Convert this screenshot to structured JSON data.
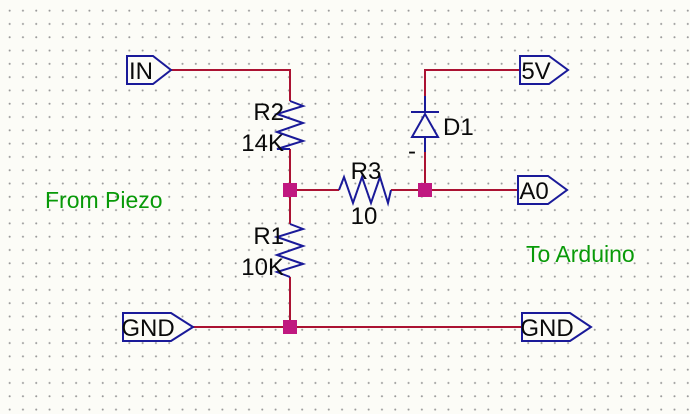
{
  "colors": {
    "background": "#fcfcf7",
    "grid_dot": "#9a9a9a",
    "wire": "#ab1232",
    "symbol": "#1a1a99",
    "junction": "#c01880",
    "label": "#0a0a0a",
    "annotation": "#089a08"
  },
  "ports": {
    "in": "IN",
    "v5": "5V",
    "a0": "A0",
    "gnd_left": "GND",
    "gnd_right": "GND"
  },
  "components": {
    "r2": {
      "ref": "R2",
      "value": "14K"
    },
    "r1": {
      "ref": "R1",
      "value": "10K"
    },
    "r3": {
      "ref": "R3",
      "value": "10"
    },
    "d1": {
      "ref": "D1",
      "cathode_mark": "-"
    }
  },
  "annotations": {
    "left": "From Piezo",
    "right": "To Arduino"
  }
}
